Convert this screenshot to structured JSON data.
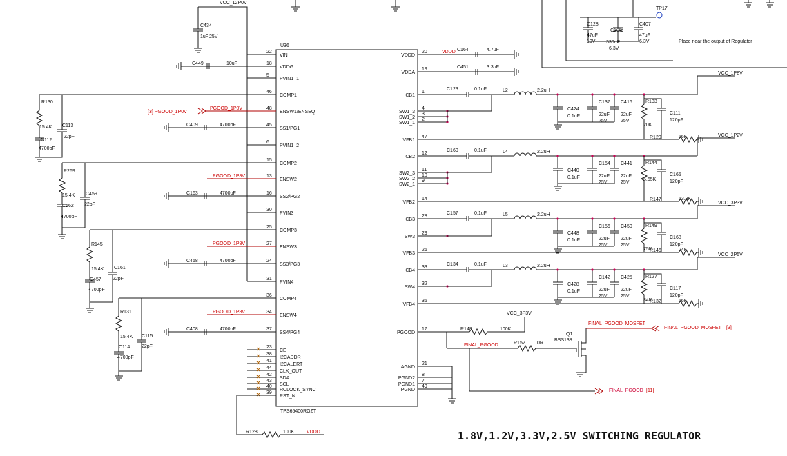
{
  "title": "1.8V,1.2V,3.3V,2.5V SWITCHING REGULATOR",
  "ic": {
    "ref": "U36",
    "part": "TPS65400RGZT",
    "left_pins": [
      {
        "num": "22",
        "name": "VIN"
      },
      {
        "num": "18",
        "name": "VDDG"
      },
      {
        "num": "5",
        "name": "PVIN1_1"
      },
      {
        "num": "46",
        "name": "COMP1"
      },
      {
        "num": "48",
        "name": "ENSW1/ENSEQ"
      },
      {
        "num": "45",
        "name": "SS1/PG1"
      },
      {
        "num": "6",
        "name": "PVIN1_2"
      },
      {
        "num": "15",
        "name": "COMP2"
      },
      {
        "num": "13",
        "name": "ENSW2"
      },
      {
        "num": "16",
        "name": "SS2/PG2"
      },
      {
        "num": "30",
        "name": "PVIN3"
      },
      {
        "num": "25",
        "name": "COMP3"
      },
      {
        "num": "27",
        "name": "ENSW3"
      },
      {
        "num": "24",
        "name": "SS3/PG3"
      },
      {
        "num": "31",
        "name": "PVIN4"
      },
      {
        "num": "36",
        "name": "COMP4"
      },
      {
        "num": "34",
        "name": "ENSW4"
      },
      {
        "num": "37",
        "name": "SS4/PG4"
      },
      {
        "num": "23",
        "name": "CE"
      },
      {
        "num": "38",
        "name": "I2CADDR"
      },
      {
        "num": "41",
        "name": "I2CALERT"
      },
      {
        "num": "44",
        "name": "CLK_OUT"
      },
      {
        "num": "42",
        "name": "SDA"
      },
      {
        "num": "43",
        "name": "SCL"
      },
      {
        "num": "40",
        "name": "RCLOCK_SYNC"
      },
      {
        "num": "39",
        "name": "RST_N"
      }
    ],
    "right_pins": [
      {
        "num": "20",
        "name": "VDDD"
      },
      {
        "num": "19",
        "name": "VDDA"
      },
      {
        "num": "1",
        "name": "CB1"
      },
      {
        "num": "4",
        "name": "SW1_3"
      },
      {
        "num": "3",
        "name": "SW1_2"
      },
      {
        "num": "2",
        "name": "SW1_1"
      },
      {
        "num": "47",
        "name": "VFB1"
      },
      {
        "num": "12",
        "name": "CB2"
      },
      {
        "num": "11",
        "name": "SW2_3"
      },
      {
        "num": "10",
        "name": "SW2_2"
      },
      {
        "num": "9",
        "name": "SW2_1"
      },
      {
        "num": "14",
        "name": "VFB2"
      },
      {
        "num": "28",
        "name": "CB3"
      },
      {
        "num": "29",
        "name": "SW3"
      },
      {
        "num": "26",
        "name": "VFB3"
      },
      {
        "num": "33",
        "name": "CB4"
      },
      {
        "num": "32",
        "name": "SW4"
      },
      {
        "num": "35",
        "name": "VFB4"
      },
      {
        "num": "17",
        "name": "PGOOD"
      },
      {
        "num": "21",
        "name": "AGND"
      },
      {
        "num": "8",
        "name": "PGND2"
      },
      {
        "num": "7",
        "name": "PGND1"
      },
      {
        "num": "49",
        "name": "PGND"
      }
    ]
  },
  "nets": {
    "vcc_12p0v": "VCC_12P0V",
    "vcc_1p8v": "VCC_1P8V",
    "vcc_1p2v": "VCC_1P2V",
    "vcc_3p3v": "VCC_3P3V",
    "vcc_2p5v": "VCC_2P5V",
    "vcc_3p3v_pg": "VCC_3P3V",
    "vddd": "VDDD",
    "vddd2": "VDDD",
    "pgood_1p0v": "PGOOD_1P0V",
    "pgood_1p0v_ref": "[3] PGOOD_1P0V",
    "pgood_1p8v_a": "PGOOD_1P8V",
    "pgood_1p8v_b": "PGOOD_1P8V",
    "pgood_1p8v_c": "PGOOD_1P8V",
    "final_pgood": "FINAL_PGOOD",
    "final_pgood_out": "FINAL_PGOOD",
    "final_pgood_out_ref": "[11]",
    "final_pgood_mosfet": "FINAL_PGOOD_MOSFET",
    "final_pgood_mosfet_out": "FINAL_PGOOD_MOSFET",
    "final_pgood_mosfet_ref": "[3]",
    "tp17": "TP17",
    "note": "Place near the output of Regulator"
  },
  "components": {
    "c434": {
      "ref": "C434",
      "v1": "1uF",
      "v2": "25V"
    },
    "c449": {
      "ref": "C449",
      "v1": "10uF"
    },
    "c409": {
      "ref": "C409",
      "v1": "4700pF"
    },
    "c163": {
      "ref": "C163",
      "v1": "4700pF"
    },
    "c458": {
      "ref": "C458",
      "v1": "4700pF"
    },
    "c408": {
      "ref": "C408",
      "v1": "4700pF"
    },
    "r130": {
      "ref": "R130",
      "v1": "15.4K"
    },
    "c112": {
      "ref": "C112",
      "v1": "4700pF"
    },
    "c113": {
      "ref": "C113",
      "v1": "22pF"
    },
    "r269": {
      "ref": "R269",
      "v1": "15.4K"
    },
    "c162": {
      "ref": "C162",
      "v1": "4700pF"
    },
    "c459": {
      "ref": "C459",
      "v1": "22pF"
    },
    "r145": {
      "ref": "R145",
      "v1": "15.4K"
    },
    "c457": {
      "ref": "C457",
      "v1": "4700pF"
    },
    "c161": {
      "ref": "C161",
      "v1": "22pF"
    },
    "r131": {
      "ref": "R131",
      "v1": "15.4K"
    },
    "c114": {
      "ref": "C114",
      "v1": "4700pF"
    },
    "c115": {
      "ref": "C115",
      "v1": "22pF"
    },
    "r128": {
      "ref": "R128",
      "v1": "100K"
    },
    "c164": {
      "ref": "C164",
      "v1": "4.7uF"
    },
    "c451": {
      "ref": "C451",
      "v1": "3.3uF"
    },
    "c123": {
      "ref": "C123",
      "v1": "0.1uF"
    },
    "c160": {
      "ref": "C160",
      "v1": "0.1uF"
    },
    "c157": {
      "ref": "C157",
      "v1": "0.1uF"
    },
    "c134": {
      "ref": "C134",
      "v1": "0.1uF"
    },
    "l2": {
      "ref": "L2",
      "v1": "2.2uH"
    },
    "l4": {
      "ref": "L4",
      "v1": "2.2uH"
    },
    "l5": {
      "ref": "L5",
      "v1": "2.2uH"
    },
    "l3": {
      "ref": "L3",
      "v1": "2.2uH"
    },
    "c424": {
      "ref": "C424",
      "v1": "0.1uF"
    },
    "c137": {
      "ref": "C137",
      "v1": "22uF",
      "v2": "25V"
    },
    "c416": {
      "ref": "C416",
      "v1": "22uF",
      "v2": "25V"
    },
    "c440": {
      "ref": "C440",
      "v1": "0.1uF"
    },
    "c154": {
      "ref": "C154",
      "v1": "22uF",
      "v2": "25V"
    },
    "c441": {
      "ref": "C441",
      "v1": "22uF",
      "v2": "25V"
    },
    "c448": {
      "ref": "C448",
      "v1": "0.1uF"
    },
    "c156": {
      "ref": "C156",
      "v1": "22uF",
      "v2": "25V"
    },
    "c450": {
      "ref": "C450",
      "v1": "22uF",
      "v2": "25V"
    },
    "c428": {
      "ref": "C428",
      "v1": "0.1uF"
    },
    "c142": {
      "ref": "C142",
      "v1": "22uF",
      "v2": "25V"
    },
    "c425": {
      "ref": "C425",
      "v1": "22uF",
      "v2": "25V"
    },
    "r133": {
      "ref": "R133",
      "v1": "20K"
    },
    "c111": {
      "ref": "C111",
      "v1": "120pF"
    },
    "r129": {
      "ref": "R129",
      "v1": "16K"
    },
    "r144": {
      "ref": "R144",
      "v1": "6.65K"
    },
    "c165": {
      "ref": "C165",
      "v1": "120pF"
    },
    "r147": {
      "ref": "R147",
      "v1": "13.3K"
    },
    "r149": {
      "ref": "R149",
      "v1": "75K"
    },
    "c168": {
      "ref": "C168",
      "v1": "120pF"
    },
    "r146": {
      "ref": "R146",
      "v1": "24K"
    },
    "r127": {
      "ref": "R127",
      "v1": "34K"
    },
    "c117": {
      "ref": "C117",
      "v1": "120pF"
    },
    "r132": {
      "ref": "R132",
      "v1": "16K"
    },
    "r148": {
      "ref": "R148",
      "v1": "100K"
    },
    "r152": {
      "ref": "R152",
      "v1": "0R"
    },
    "q1": {
      "ref": "Q1",
      "v1": "BSS138"
    },
    "c128": {
      "ref": "C128",
      "v1": "47uF",
      "v2": "10V"
    },
    "c105": {
      "ref": "C105",
      "plus": "+",
      "v1": "330uF",
      "v2": "6.3V"
    },
    "c407": {
      "ref": "C407",
      "v1": "47uF",
      "v2": "6.3V"
    }
  }
}
